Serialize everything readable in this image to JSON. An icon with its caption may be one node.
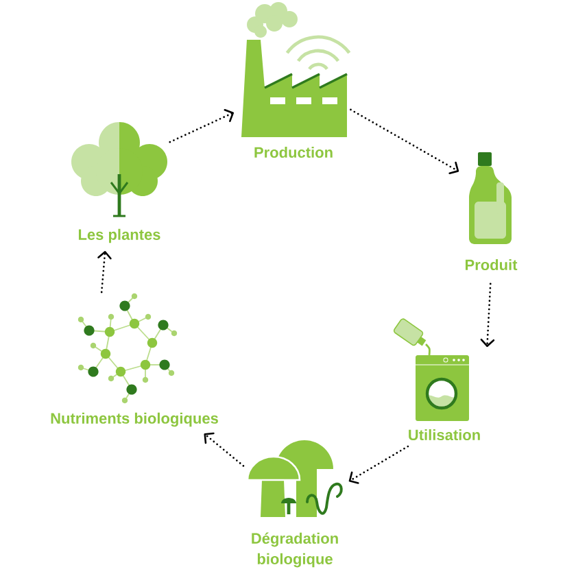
{
  "diagram": {
    "nodes": [
      {
        "text": [
          "Production"
        ]
      },
      {
        "text": [
          "Les plantes"
        ]
      },
      {
        "text": [
          "Produit"
        ]
      },
      {
        "text": [
          "Nutriments biologiques"
        ]
      },
      {
        "text": [
          "Utilisation"
        ]
      },
      {
        "text": [
          "Dégradation biologique"
        ]
      }
    ],
    "edges": [
      {
        "from": 1,
        "to": 0,
        "arrow": "to"
      },
      {
        "from": 0,
        "to": 2,
        "arrow": "to"
      },
      {
        "from": 2,
        "to": 4,
        "arrow": "to"
      },
      {
        "from": 4,
        "to": 5,
        "arrow": "to"
      },
      {
        "from": 5,
        "to": 3,
        "arrow": "to"
      },
      {
        "from": 3,
        "to": 1,
        "arrow": "to"
      }
    ]
  }
}
